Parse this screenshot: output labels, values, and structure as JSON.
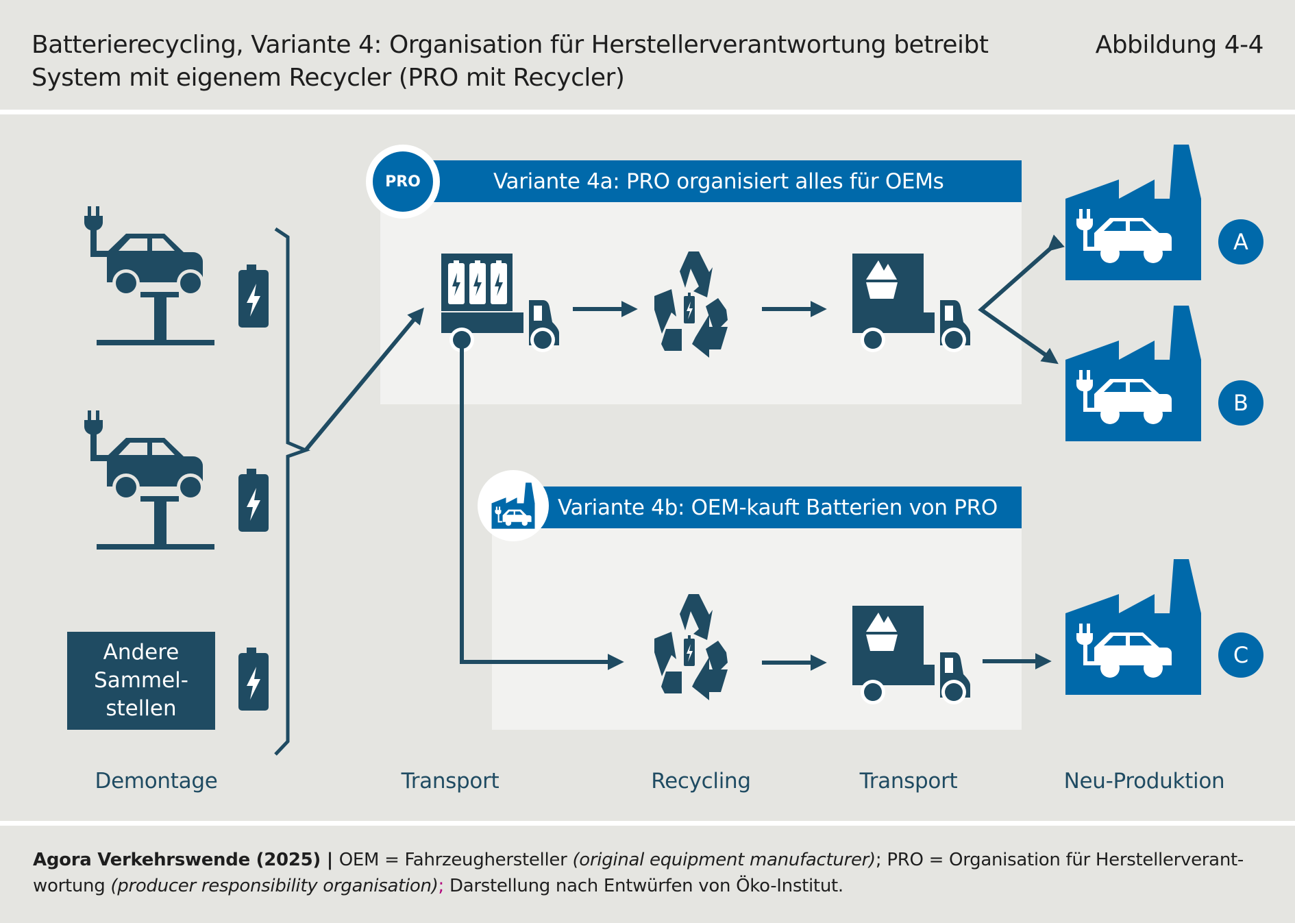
{
  "header": {
    "title": "Batterierecycling, Variante 4: Organisation für Herstellerverantwortung betreibt System mit eigenem Recycler (PRO mit Recycler)",
    "figure_number": "Abbildung 4-4"
  },
  "variants": [
    {
      "badge_label": "PRO",
      "badge_icon": "pro-badge",
      "label": "Variante 4a: PRO organisiert alles für OEMs"
    },
    {
      "badge_label": "",
      "badge_icon": "factory-ev-icon",
      "label": "Variante 4b: OEM-kauft Batterien von PRO"
    }
  ],
  "sources": {
    "items": [
      {
        "icon": "ev-on-lift-icon",
        "battery_icon": "battery-icon"
      },
      {
        "icon": "ev-on-lift-icon",
        "battery_icon": "battery-icon"
      },
      {
        "label": "Andere Sammel-\nstellen",
        "battery_icon": "battery-icon"
      }
    ],
    "other_line1": "Andere",
    "other_line2": "Sammel-",
    "other_line3": "stellen"
  },
  "factories": [
    {
      "letter": "A",
      "icon": "factory-ev-icon"
    },
    {
      "letter": "B",
      "icon": "factory-ev-icon"
    },
    {
      "letter": "C",
      "icon": "factory-ev-icon"
    }
  ],
  "stages": [
    "Demontage",
    "Transport",
    "Recycling",
    "Transport",
    "Neu-Produktion"
  ],
  "footer": {
    "source": "Agora Verkehrswende (2025)",
    "sep": " | ",
    "t1": "OEM = Fahrzeughersteller ",
    "t1_italic": "(original equipment manufacturer)",
    "t2": "; PRO = Organisation für Herstellerverant-wortung ",
    "t2_italic": "(producer responsibility organisation)",
    "t3_mag": ";",
    "t4": " Darstellung nach Entwürfen von Öko-Institut."
  },
  "colors": {
    "dark": "#1f4b62",
    "blue": "#0069aa",
    "background": "#e5e5e1",
    "panel": "#f2f2f0"
  }
}
